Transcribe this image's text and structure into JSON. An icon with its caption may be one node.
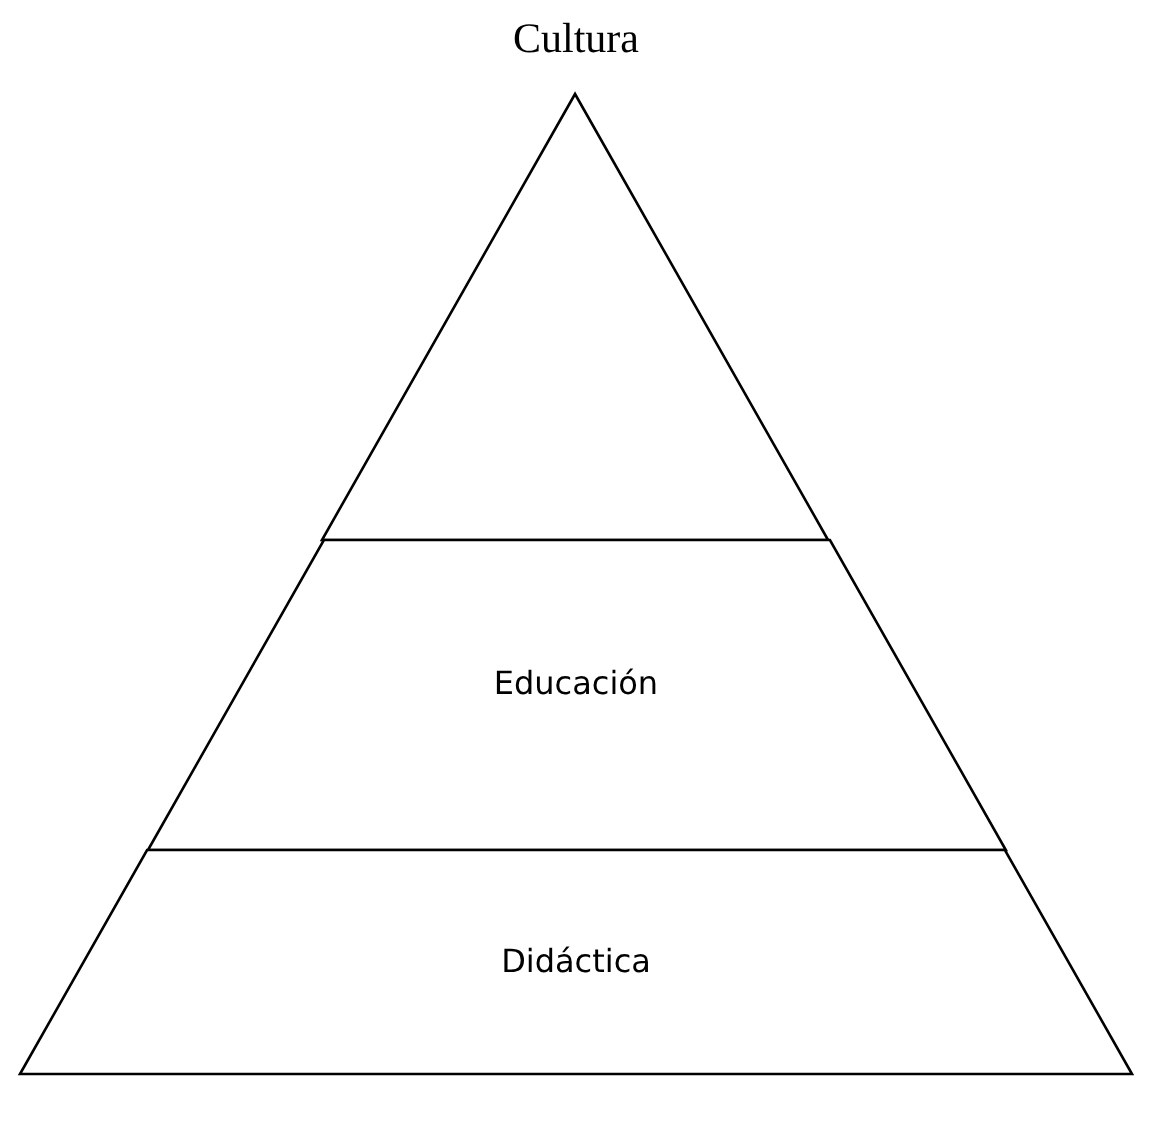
{
  "diagram": {
    "nodes": [
      {
        "text": [
          "Cultura"
        ]
      },
      {
        "text": [
          "Educación"
        ]
      },
      {
        "text": [
          "Didáctica"
        ]
      }
    ]
  }
}
